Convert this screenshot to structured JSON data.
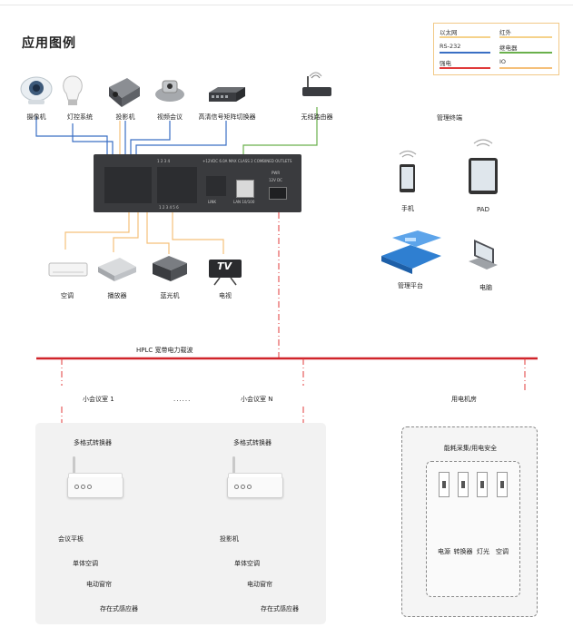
{
  "page": {
    "title": "应用图例"
  },
  "legend": {
    "items": [
      {
        "label": "以太网",
        "color": "#f5d28a"
      },
      {
        "label": "红外",
        "color": "#f5d28a"
      },
      {
        "label": "RS-232",
        "color": "#3a6fc4"
      },
      {
        "label": "继电器",
        "color": "#6ab04c"
      },
      {
        "label": "强电",
        "color": "#e03a3a"
      },
      {
        "label": "IO",
        "color": "#f5c07a"
      }
    ]
  },
  "devices_top": [
    {
      "label": "摄像机",
      "icon": "camera-icon"
    },
    {
      "label": "灯控系统",
      "icon": "bulb-icon"
    },
    {
      "label": "投影机",
      "icon": "projector-icon"
    },
    {
      "label": "视频会议",
      "icon": "video-conference-icon"
    },
    {
      "label": "高清信号矩阵切换器",
      "icon": "matrix-switcher-icon"
    },
    {
      "label": "无线路由器",
      "icon": "router-icon"
    }
  ],
  "controller": {
    "caption": "+12VDC 6.0A MAX CLASS 2 COMBINED OUTLETS",
    "port_lan": "LAN 10/100",
    "port_pwr": "PWR",
    "port_dc": "12V DC",
    "port_link": "LINK",
    "io_digits": "1 2 3 4 5 6",
    "io_digits_top": "1 2 3 4"
  },
  "management": {
    "title": "管理终端",
    "items": [
      {
        "label": "手机",
        "icon": "phone-icon"
      },
      {
        "label": "PAD",
        "icon": "tablet-icon"
      },
      {
        "label": "管理平台",
        "icon": "platform-icon"
      },
      {
        "label": "电脑",
        "icon": "computer-icon"
      }
    ]
  },
  "devices_bottom": [
    {
      "label": "空调",
      "icon": "ac-icon"
    },
    {
      "label": "播放器",
      "icon": "player-icon"
    },
    {
      "label": "蓝光机",
      "icon": "bluray-icon"
    },
    {
      "label": "电视",
      "icon": "tv-icon",
      "screen": "TV"
    }
  ],
  "bus": {
    "label": "HPLC 宽带电力载波"
  },
  "rooms": {
    "room1": "小会议室 1",
    "ellipsis": "......",
    "roomN": "小会议室 N",
    "machine": "用电机房"
  },
  "room1_panel": {
    "converter": "多格式转换器",
    "items": [
      "会议平板",
      "单体空调",
      "电动窗帘",
      "存在式感应器"
    ]
  },
  "roomN_panel": {
    "converter": "多格式转换器",
    "items": [
      "投影机",
      "单体空调",
      "电动窗帘",
      "存在式感应器"
    ]
  },
  "machine_panel": {
    "title": "能耗采集/用电安全",
    "items": [
      "电源",
      "转换器",
      "灯光",
      "空调"
    ]
  }
}
